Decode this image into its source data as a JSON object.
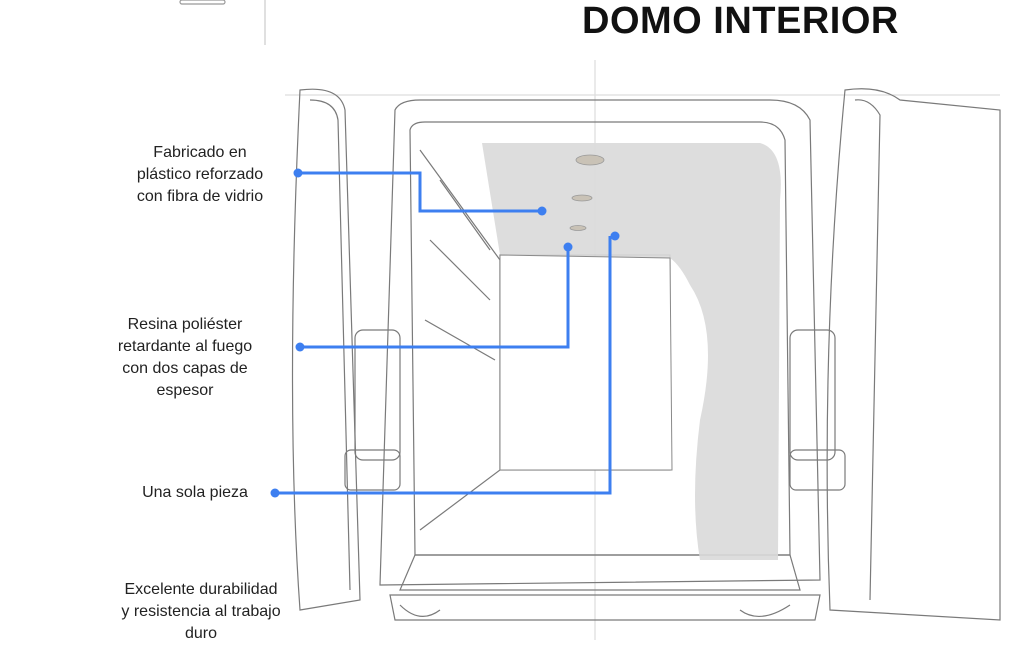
{
  "title": "DOMO INTERIOR",
  "callouts": [
    {
      "text": "Fabricado en\nplástico reforzado\ncon fibra de vidrio"
    },
    {
      "text": "Resina poliéster\nretardante al fuego\ncon dos capas de\nespesor"
    },
    {
      "text": "Una sola pieza"
    },
    {
      "text": "Excelente durabilidad\ny resistencia al trabajo\nduro"
    }
  ],
  "colors": {
    "callout_line": "#3d7ff0",
    "dome": "#d9d9d9",
    "sketch": "#6e6e6e"
  }
}
